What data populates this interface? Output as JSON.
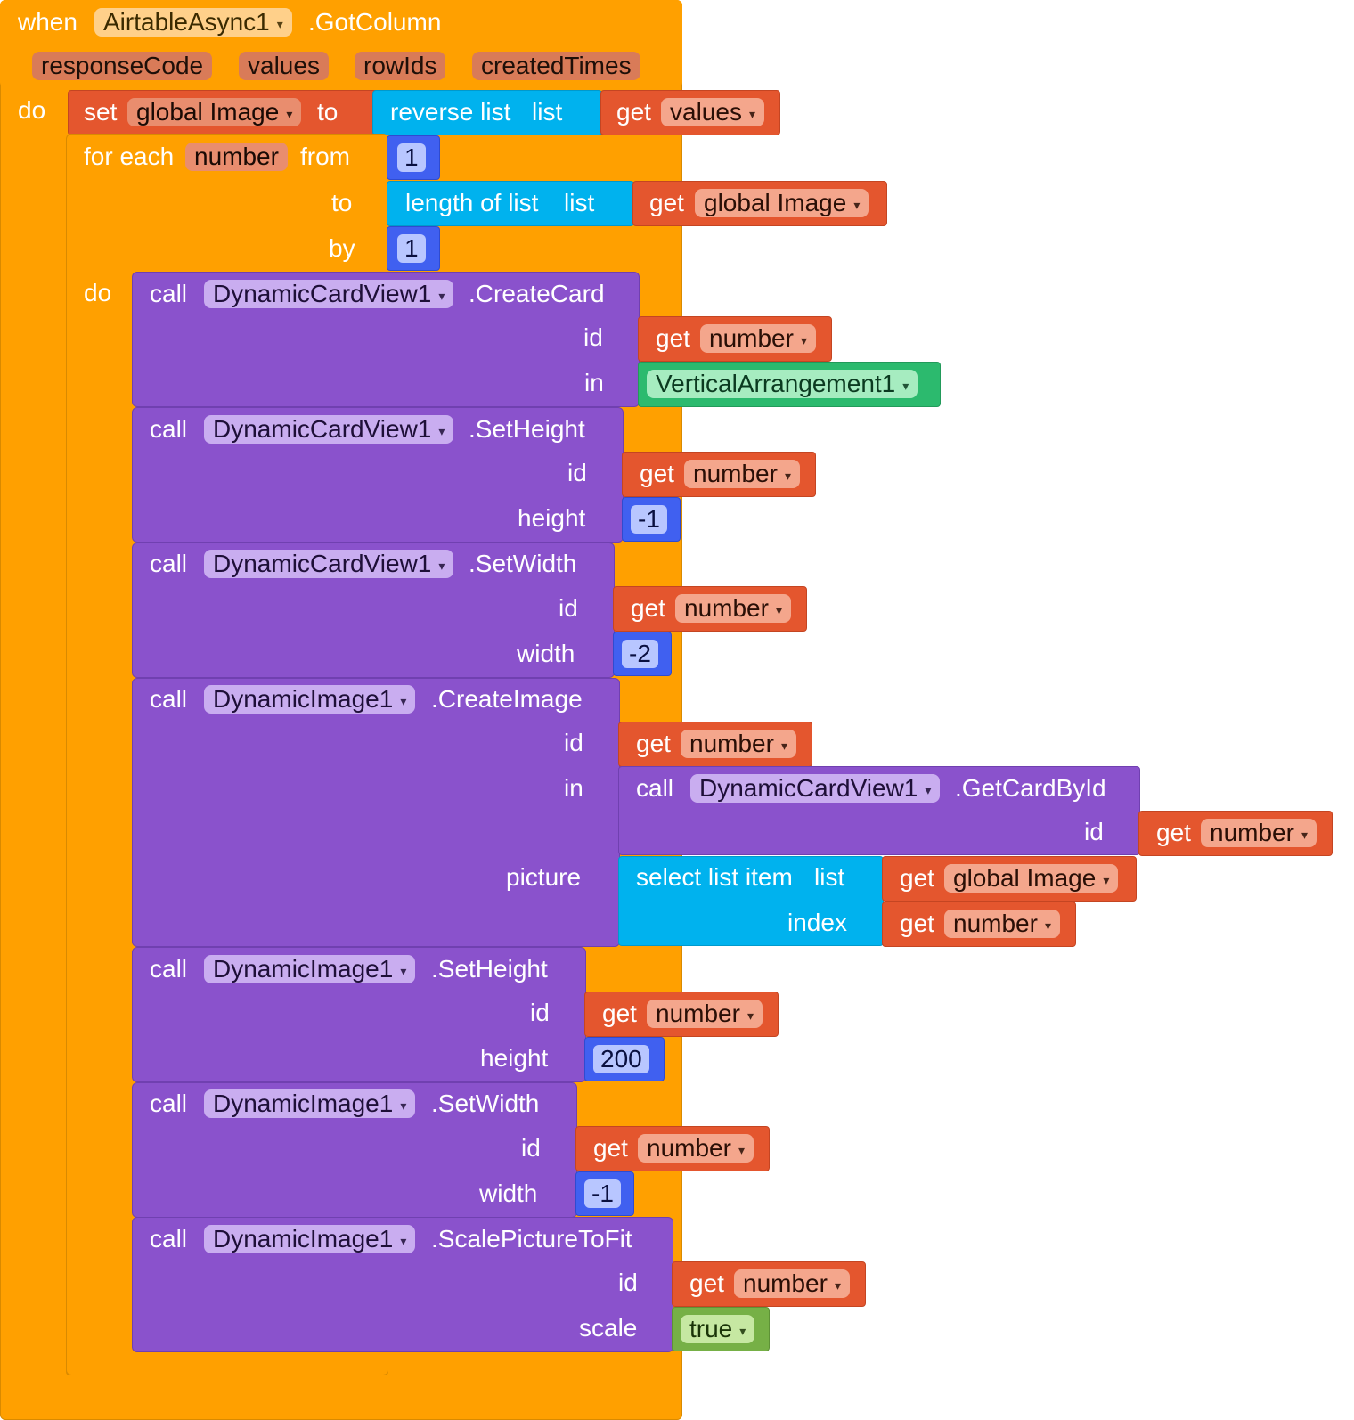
{
  "event": {
    "when": "when",
    "component": "AirtableAsync1",
    "event_name": ".GotColumn",
    "params": [
      "responseCode",
      "values",
      "rowIds",
      "createdTimes"
    ],
    "do": "do"
  },
  "set_block": {
    "set": "set",
    "var": "global Image",
    "to": "to",
    "reverse": "reverse list",
    "list": "list",
    "get": "get",
    "get_var": "values"
  },
  "for_each": {
    "label": "for each",
    "var": "number",
    "from": "from",
    "from_value": "1",
    "to": "to",
    "length_of_list": "length of list",
    "list": "list",
    "get": "get",
    "get_var": "global Image",
    "by": "by",
    "by_value": "1",
    "do": "do"
  },
  "calls": {
    "call": "call",
    "get": "get",
    "number": "number",
    "create_card": {
      "component": "DynamicCardView1",
      "method": ".CreateCard",
      "id": "id",
      "in": "in",
      "in_value": "VerticalArrangement1"
    },
    "card_set_height": {
      "component": "DynamicCardView1",
      "method": ".SetHeight",
      "id": "id",
      "height": "height",
      "height_value": "-1"
    },
    "card_set_width": {
      "component": "DynamicCardView1",
      "method": ".SetWidth",
      "id": "id",
      "width": "width",
      "width_value": "-2"
    },
    "create_image": {
      "component": "DynamicImage1",
      "method": ".CreateImage",
      "id": "id",
      "in": "in",
      "inner_call": "call",
      "inner_component": "DynamicCardView1",
      "inner_method": ".GetCardById",
      "inner_id": "id",
      "picture": "picture",
      "select_list_item": "select list item",
      "list": "list",
      "list_var": "global Image",
      "index": "index"
    },
    "image_set_height": {
      "component": "DynamicImage1",
      "method": ".SetHeight",
      "id": "id",
      "height": "height",
      "height_value": "200"
    },
    "image_set_width": {
      "component": "DynamicImage1",
      "method": ".SetWidth",
      "id": "id",
      "width": "width",
      "width_value": "-1"
    },
    "image_scale": {
      "component": "DynamicImage1",
      "method": ".ScalePictureToFit",
      "id": "id",
      "scale": "scale",
      "scale_value": "true"
    }
  },
  "icons": {
    "dropdown": "dropdown-arrow-icon"
  },
  "colors": {
    "event": "#ffa000",
    "variable": "#e4562e",
    "list": "#00b2ee",
    "math": "#4060f0",
    "component": "#8a52cc",
    "component_value": "#2cba6e",
    "logic": "#76b046"
  }
}
